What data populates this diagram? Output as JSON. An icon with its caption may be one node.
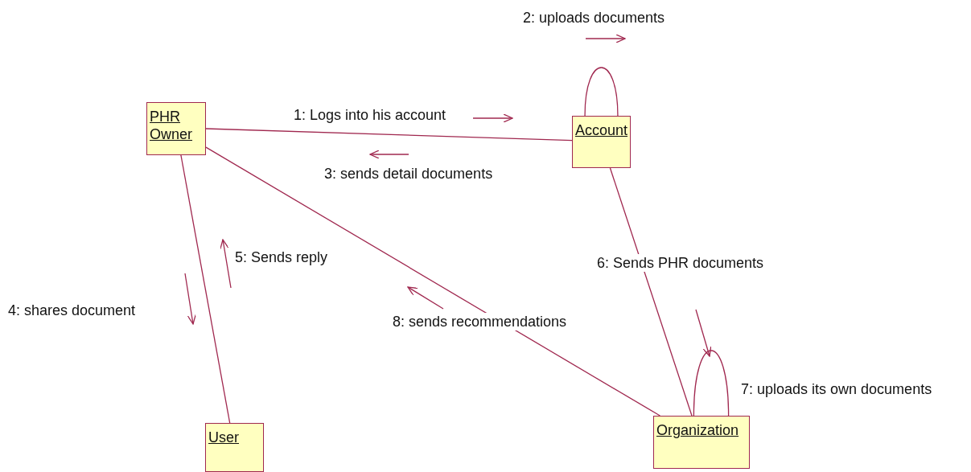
{
  "diagram": {
    "nodes": [
      {
        "text": [
          "PHR Owner"
        ]
      },
      {
        "text": [
          "Account"
        ]
      },
      {
        "text": [
          "User"
        ]
      },
      {
        "text": [
          "Organization"
        ]
      }
    ],
    "edges": [
      {
        "from": 0,
        "to": 1,
        "arrow": "none"
      },
      {
        "from": 1,
        "to": 1,
        "arrow": "none"
      },
      {
        "from": 0,
        "to": 2,
        "arrow": "none"
      },
      {
        "from": 0,
        "to": 3,
        "arrow": "none"
      },
      {
        "from": 1,
        "to": 3,
        "arrow": "none"
      },
      {
        "from": 3,
        "to": 3,
        "arrow": "none"
      }
    ],
    "labels": [
      "2: uploads documents",
      "1: Logs into his account",
      "3: sends detail documents",
      "5: Sends reply",
      "6: Sends PHR documents",
      "4: shares document",
      "8: sends recommendations",
      "7: uploads its own documents"
    ]
  }
}
